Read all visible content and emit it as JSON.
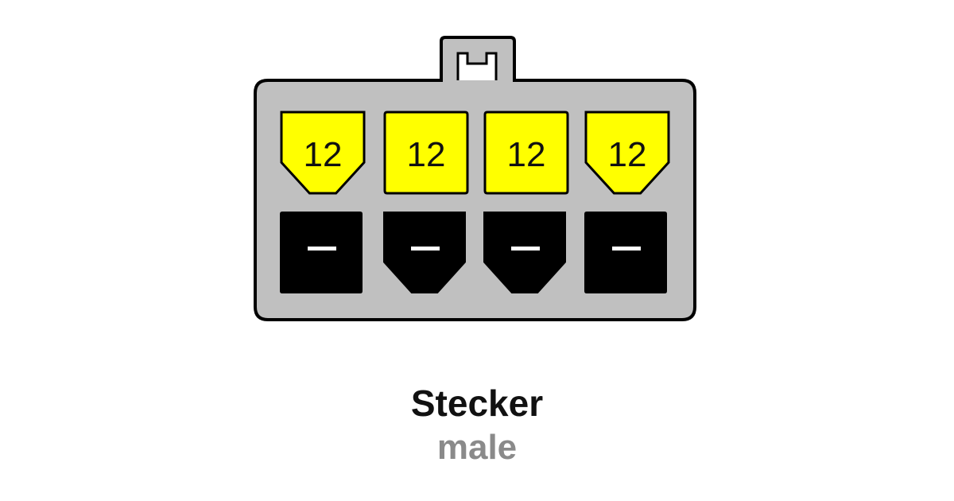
{
  "connector": {
    "top_row": [
      {
        "label": "12",
        "shape": "chamfered"
      },
      {
        "label": "12",
        "shape": "square"
      },
      {
        "label": "12",
        "shape": "square"
      },
      {
        "label": "12",
        "shape": "chamfered"
      }
    ],
    "bottom_row": [
      {
        "shape": "square"
      },
      {
        "shape": "chamfered"
      },
      {
        "shape": "chamfered"
      },
      {
        "shape": "square"
      }
    ],
    "colors": {
      "body": "#c0c0c0",
      "positive": "#ffff00",
      "ground": "#000000"
    }
  },
  "caption": {
    "title": "Stecker",
    "subtitle": "male"
  }
}
